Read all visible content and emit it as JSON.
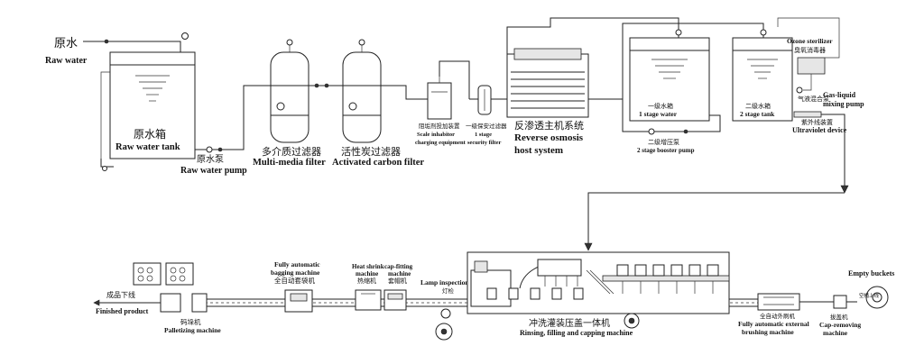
{
  "labels": {
    "raw_water_zh": "原水",
    "raw_water_en": "Raw water",
    "raw_tank_zh": "原水箱",
    "raw_tank_en": "Raw water tank",
    "raw_pump_zh": "原水泵",
    "raw_pump_en": "Raw water pump",
    "mm_filter_zh": "多介质过滤器",
    "mm_filter_en": "Multi-media filter",
    "ac_filter_zh": "活性炭过滤器",
    "ac_filter_en": "Activated carbon filter",
    "scale_zh": "阻垢剂投加装置",
    "scale_en1": "Scale inhabitor",
    "scale_en2": "charging equipment",
    "sec_zh": "一级保安过滤器",
    "sec_en1": "1 stage",
    "sec_en2": "security filter",
    "ro_zh": "反渗透主机系统",
    "ro_en1": "Reverse osmosis",
    "ro_en2": "host system",
    "t1_zh": "一级水箱",
    "t1_en": "1 stage water",
    "booster_zh": "二级增压泵",
    "booster_en": "2 stage booster pump",
    "t2_zh": "二级水箱",
    "t2_en": "2 stage tank",
    "ozone_en": "Ozone sterilizer",
    "ozone_zh": "臭氧消毒器",
    "mix_zh": "气液混合泵",
    "mix_en1": "Gas-liquid",
    "mix_en2": "mixing pump",
    "uv_zh": "紫外线装置",
    "uv_en": "Ultraviolet device",
    "finished_zh": "成品下线",
    "finished_en": "Finished product",
    "pallet_zh": "码垛机",
    "pallet_en": "Palletizing machine",
    "bag_en1": "Fully automatic",
    "bag_en2": "bagging machine",
    "bag_zh": "全自动套袋机",
    "heat_en1": "Heat shrink",
    "heat_en2": "machine",
    "heat_zh": "热缩机",
    "capfit_en1": "cap-fitting",
    "capfit_en2": "machine",
    "capfit_zh": "套帽机",
    "lamp_en": "Lamp inspection",
    "lamp_zh": "灯检",
    "rinse_zh": "冲洗灌装压盖一体机",
    "rinse_en": "Rinsing, filling and capping machine",
    "brush_zh": "全自动外刷机",
    "brush_en1": "Fully automatic external",
    "brush_en2": "brushing machine",
    "caprem_zh": "拔盖机",
    "caprem_en1": "Cap-removing",
    "caprem_en2": "machine",
    "empty_zh": "空桶上线",
    "empty_en": "Empty buckets"
  }
}
